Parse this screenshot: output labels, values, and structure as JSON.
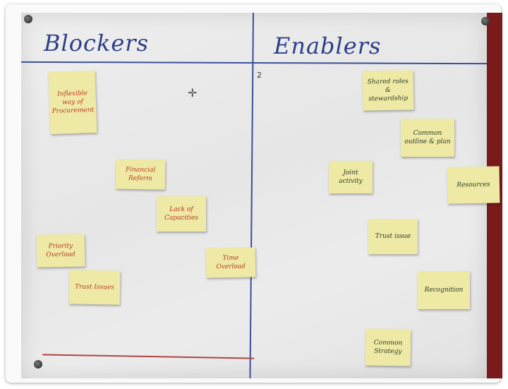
{
  "board": {
    "left_heading": "Blockers",
    "right_heading": "Enablers",
    "axis_mark": "2",
    "blockers": [
      {
        "text": "Inflexible way of Procurement"
      },
      {
        "text": "Financial Reform"
      },
      {
        "text": "Lack of Capacities"
      },
      {
        "text": "Priority Overload"
      },
      {
        "text": "Trust Issues"
      },
      {
        "text": "Time Overload"
      }
    ],
    "enablers": [
      {
        "text": "Shared roles & stewardship"
      },
      {
        "text": "Common outline & plan"
      },
      {
        "text": "Joint activity"
      },
      {
        "text": "Resources"
      },
      {
        "text": "Trust issue"
      },
      {
        "text": "Recognition"
      },
      {
        "text": "Common Strategy"
      }
    ]
  }
}
